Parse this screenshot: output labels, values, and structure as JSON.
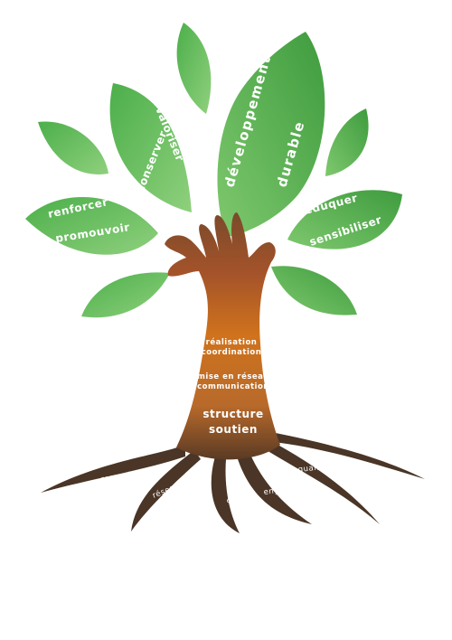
{
  "leaves": {
    "main": {
      "line1": "développement",
      "line2": "durable"
    },
    "left_upper": {
      "line1": "conserver",
      "line2": "valoriser"
    },
    "left_lower": {
      "line1": "renforcer",
      "line2": "promouvoir"
    },
    "right": {
      "line1": "éduquer",
      "line2": "sensibiliser"
    }
  },
  "trunk": {
    "band1": {
      "line1": "réalisation",
      "line2": "coordination"
    },
    "band2": {
      "line1": "mise en réseau",
      "line2": "communication"
    },
    "band3": {
      "line1": "structure",
      "line2": "soutien"
    }
  },
  "roots": [
    "respect",
    "réseau",
    "confiance",
    "engagement",
    "qualité"
  ],
  "colors": {
    "leaf_dark": "#3e9c3e",
    "leaf_light": "#8fcf7f",
    "trunk_top": "#7a4a2a",
    "trunk_mid": "#c8761e",
    "roots": "#4a3526"
  }
}
